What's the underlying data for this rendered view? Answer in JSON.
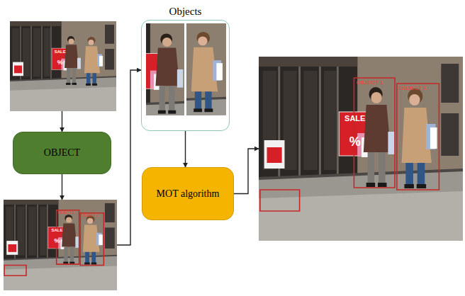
{
  "diagram": {
    "nodes": [
      {
        "text": [
          "SALE",
          "%"
        ]
      },
      {
        "text": [
          "OBJECT"
        ]
      },
      {
        "text": [
          "SALE",
          "%",
          "OBJECT 1",
          "OBJECT 2"
        ]
      },
      {
        "text": [
          "Objects"
        ]
      },
      {
        "text": [
          "MOT algorithm"
        ]
      },
      {
        "text": [
          "SALE",
          "%",
          "OBJECT 1",
          "OBJECT 2"
        ]
      }
    ],
    "edges": [
      {
        "from": 0,
        "to": 1,
        "arrow": "to"
      },
      {
        "from": 1,
        "to": 2,
        "arrow": "to"
      },
      {
        "from": 2,
        "to": 3,
        "arrow": "to"
      },
      {
        "from": 3,
        "to": 4,
        "arrow": "to"
      },
      {
        "from": 4,
        "to": 5,
        "arrow": "to"
      }
    ]
  }
}
